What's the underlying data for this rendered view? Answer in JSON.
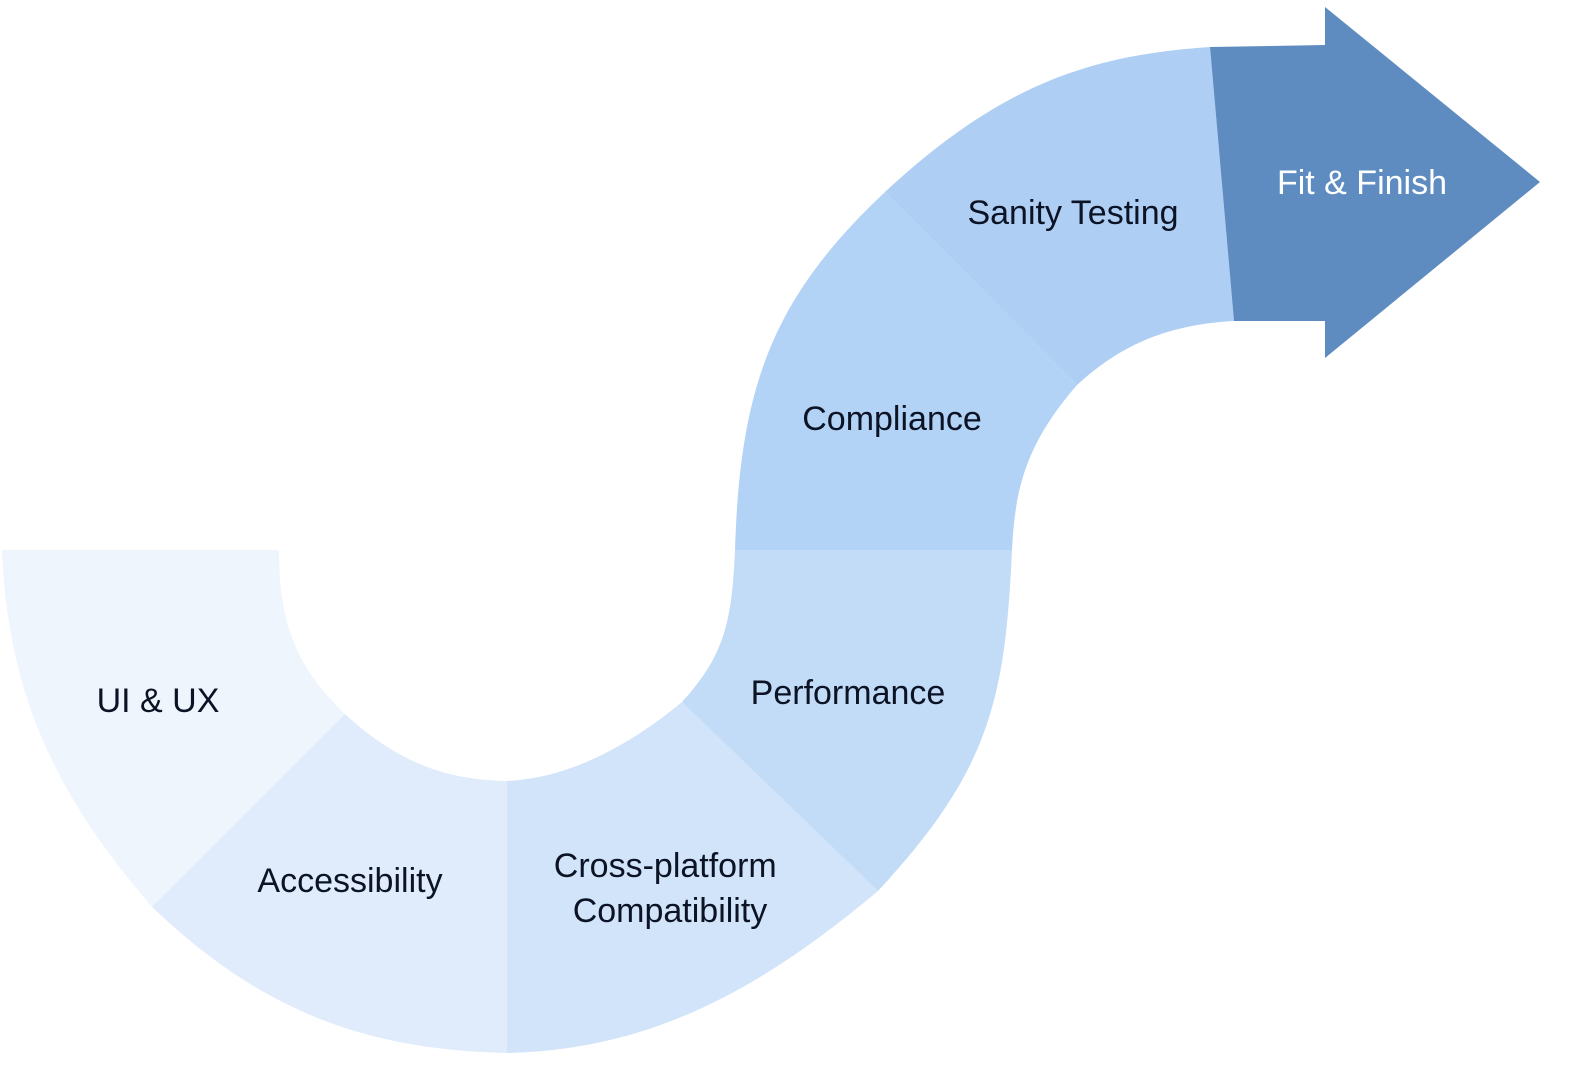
{
  "stages": [
    {
      "label_lines": [
        "UI & UX"
      ],
      "color": "#eef5fd"
    },
    {
      "label_lines": [
        "Accessibility"
      ],
      "color": "#e0ecfb"
    },
    {
      "label_lines": [
        "Cross-platform",
        "Compatibility"
      ],
      "color": "#d2e4f9"
    },
    {
      "label_lines": [
        "Performance"
      ],
      "color": "#c2dbf7"
    },
    {
      "label_lines": [
        "Compliance"
      ],
      "color": "#b3d3f6"
    },
    {
      "label_lines": [
        "Sanity Testing"
      ],
      "color": "#aecef4"
    },
    {
      "label_lines": [
        "Fit & Finish"
      ],
      "color": "#5e8cc0"
    }
  ]
}
